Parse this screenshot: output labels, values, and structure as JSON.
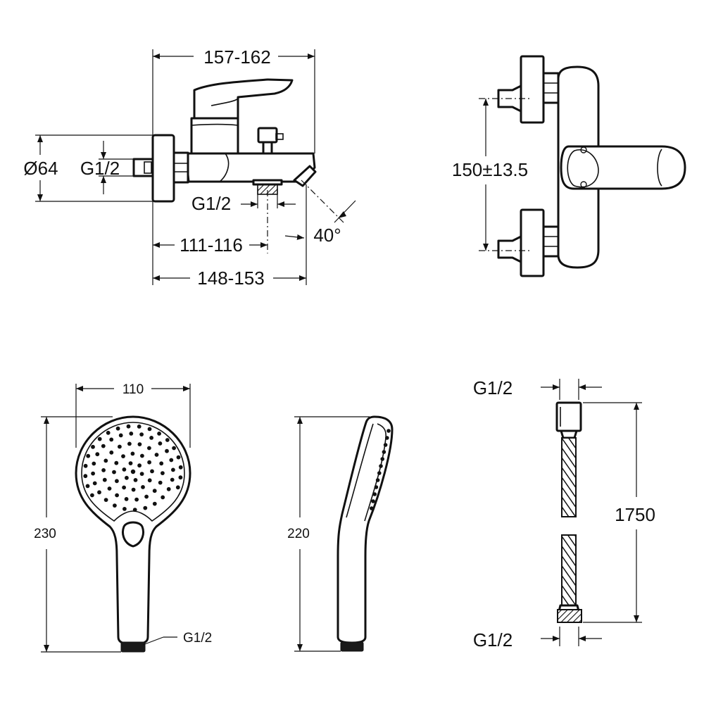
{
  "dimensions": {
    "spout_total_reach": "157-162",
    "escutcheon_diameter": "Ø64",
    "inlet_thread": "G1/2",
    "outlet_thread": "G1/2",
    "outlet_center_distance": "111-116",
    "body_length": "148-153",
    "spout_angle": "40°",
    "inlet_center_distance": "150±13.5",
    "handshower_head_width": "110",
    "handshower_length_front": "230",
    "handshower_length_side": "220",
    "handshower_connection": "G1/2",
    "hose_top_thread": "G1/2",
    "hose_length": "1750",
    "hose_bottom_thread": "G1/2"
  },
  "colors": {
    "line": "#111111",
    "background": "#ffffff"
  }
}
